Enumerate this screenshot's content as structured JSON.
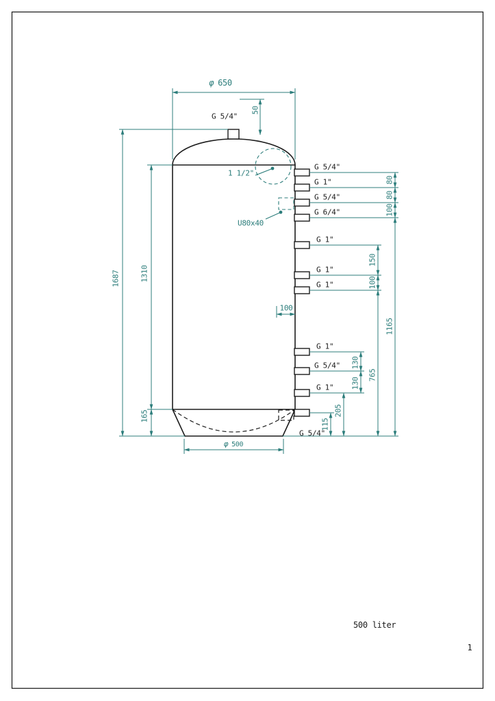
{
  "drawing": {
    "volume_label": "500 liter",
    "page_number": "1",
    "top_connection": "G 5/4\"",
    "bottom_connection": "G 5/4\"",
    "connections_right": [
      "G 5/4\"",
      "G 1\"",
      "G 5/4\"",
      "G 6/4\"",
      "G 1\"",
      "G 1\"",
      "G 1\"",
      "G 1\"",
      "G 5/4\"",
      "G 1\""
    ],
    "details": {
      "top_detail": "1 1/2\"",
      "mid_detail": "U80x40"
    },
    "dims": {
      "dia_top_symbol": "φ",
      "dia_top": "650",
      "offset_top": "50",
      "overall_height": "1687",
      "shell_height": "1310",
      "base_height": "165",
      "gap_80a": "80",
      "gap_80b": "80",
      "gap_100a": "100",
      "gap_150": "150",
      "gap_100b": "100",
      "height_1165": "1165",
      "height_765": "765",
      "gap_130a": "130",
      "gap_130b": "130",
      "height_205": "205",
      "height_115": "115",
      "depth_100": "100",
      "dia_base_symbol": "φ",
      "dia_base": "500"
    },
    "colors": {
      "outline": "#1b1b1b",
      "dimension": "#2c7d7b"
    }
  }
}
